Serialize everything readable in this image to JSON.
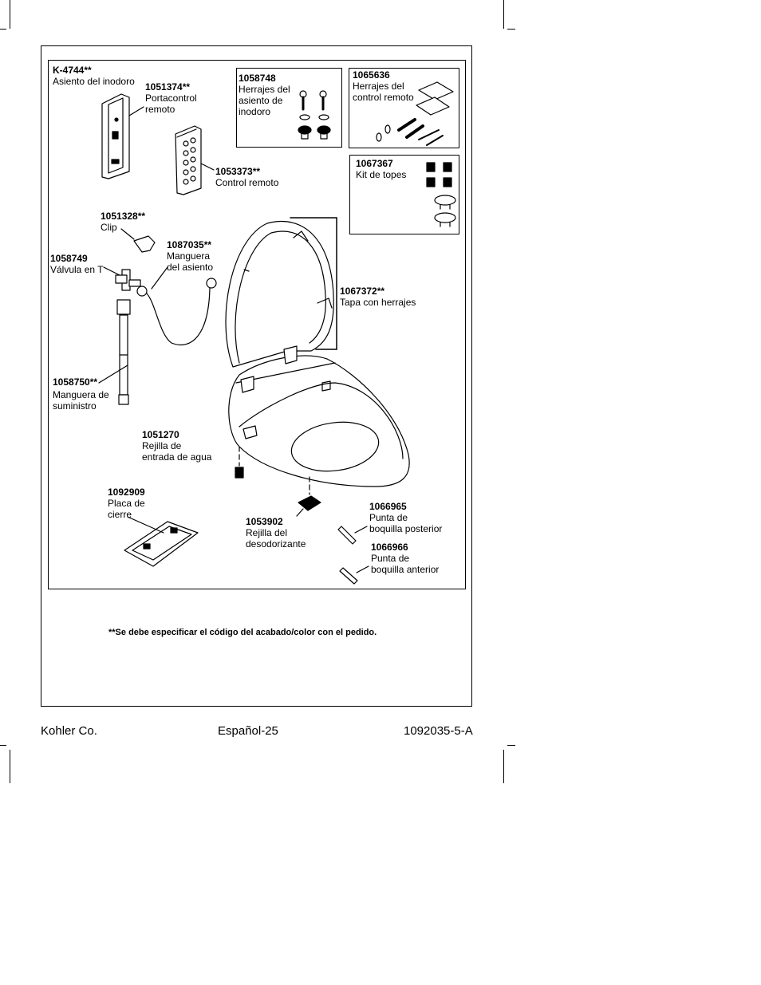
{
  "parts": {
    "seat": {
      "number": "K-4744**",
      "desc": [
        "Asiento del inodoro"
      ]
    },
    "remote_holder": {
      "number": "1051374**",
      "desc": [
        "Portacontrol",
        "remoto"
      ]
    },
    "seat_hardware": {
      "number": "1058748",
      "desc": [
        "Herrajes del",
        "asiento de",
        "inodoro"
      ]
    },
    "remote_hardware": {
      "number": "1065636",
      "desc": [
        "Herrajes del",
        "control remoto"
      ]
    },
    "remote": {
      "number": "1053373**",
      "desc": [
        "Control remoto"
      ]
    },
    "bumper_kit": {
      "number": "1067367",
      "desc": [
        "Kit de topes"
      ]
    },
    "clip": {
      "number": "1051328**",
      "desc": [
        "Clip"
      ]
    },
    "seat_hose": {
      "number": "1087035**",
      "desc": [
        "Manguera",
        "del asiento"
      ]
    },
    "t_valve": {
      "number": "1058749",
      "desc": [
        "Válvula en T"
      ]
    },
    "lid": {
      "number": "1067372**",
      "desc": [
        "Tapa con herrajes"
      ]
    },
    "supply_hose": {
      "number": "1058750**",
      "desc": [
        "Manguera de",
        "suministro"
      ]
    },
    "water_screen": {
      "number": "1051270",
      "desc": [
        "Rejilla de",
        "entrada de agua"
      ]
    },
    "closure_plate": {
      "number": "1092909",
      "desc": [
        "Placa de",
        "cierre"
      ]
    },
    "deodorizer_screen": {
      "number": "1053902",
      "desc": [
        "Rejilla del",
        "desodorizante"
      ]
    },
    "rear_nozzle_tip": {
      "number": "1066965",
      "desc": [
        "Punta de",
        "boquilla posterior"
      ]
    },
    "front_nozzle_tip": {
      "number": "1066966",
      "desc": [
        "Punta de",
        "boquilla anterior"
      ]
    }
  },
  "note": "**Se debe especificar el código del acabado/color con el pedido.",
  "footer": {
    "company": "Kohler Co.",
    "page": "Español-25",
    "doc": "1092035-5-A"
  }
}
